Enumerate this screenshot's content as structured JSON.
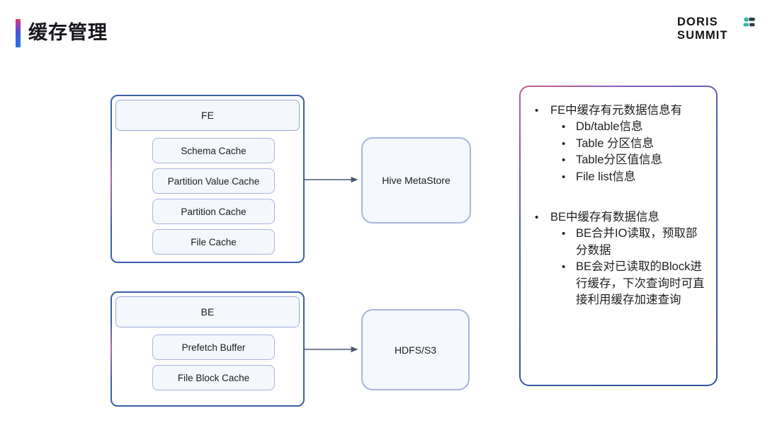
{
  "header": {
    "title": "缓存管理",
    "accent_gradient": [
      "#e03a5a",
      "#3b5bdb"
    ],
    "brand": {
      "line1": "DORIS",
      "line2": "SUMMIT",
      "mark_color": "#2fb8a6",
      "mark_name": "doris-summit-mark"
    }
  },
  "diagram": {
    "fe": {
      "header_label": "FE",
      "items": [
        {
          "label": "Schema Cache"
        },
        {
          "label": "Partition Value Cache"
        },
        {
          "label": "Partition Cache"
        },
        {
          "label": "File Cache"
        }
      ]
    },
    "be": {
      "header_label": "BE",
      "items": [
        {
          "label": "Prefetch Buffer"
        },
        {
          "label": "File Block Cache"
        }
      ]
    },
    "storage": [
      {
        "label": "Hive MetaStore"
      },
      {
        "label": "HDFS/S3"
      }
    ],
    "arrow_color": "#4a5a74",
    "box_border_color": "#3b5ea8",
    "box_fill_color": "#f4f7fc"
  },
  "notes": {
    "border_gradient": [
      "#c35f8e",
      "#2f5597"
    ],
    "groups": [
      {
        "heading": "FE中缓存有元数据信息有",
        "children": [
          "Db/table信息",
          "Table 分区信息",
          "Table分区值信息",
          "File list信息"
        ]
      },
      {
        "heading": "BE中缓存有数据信息",
        "children": [
          "BE合并IO读取，预取部分数据",
          "BE会对已读取的Block进行缓存，下次查询时可直接利用缓存加速查询"
        ]
      }
    ]
  }
}
